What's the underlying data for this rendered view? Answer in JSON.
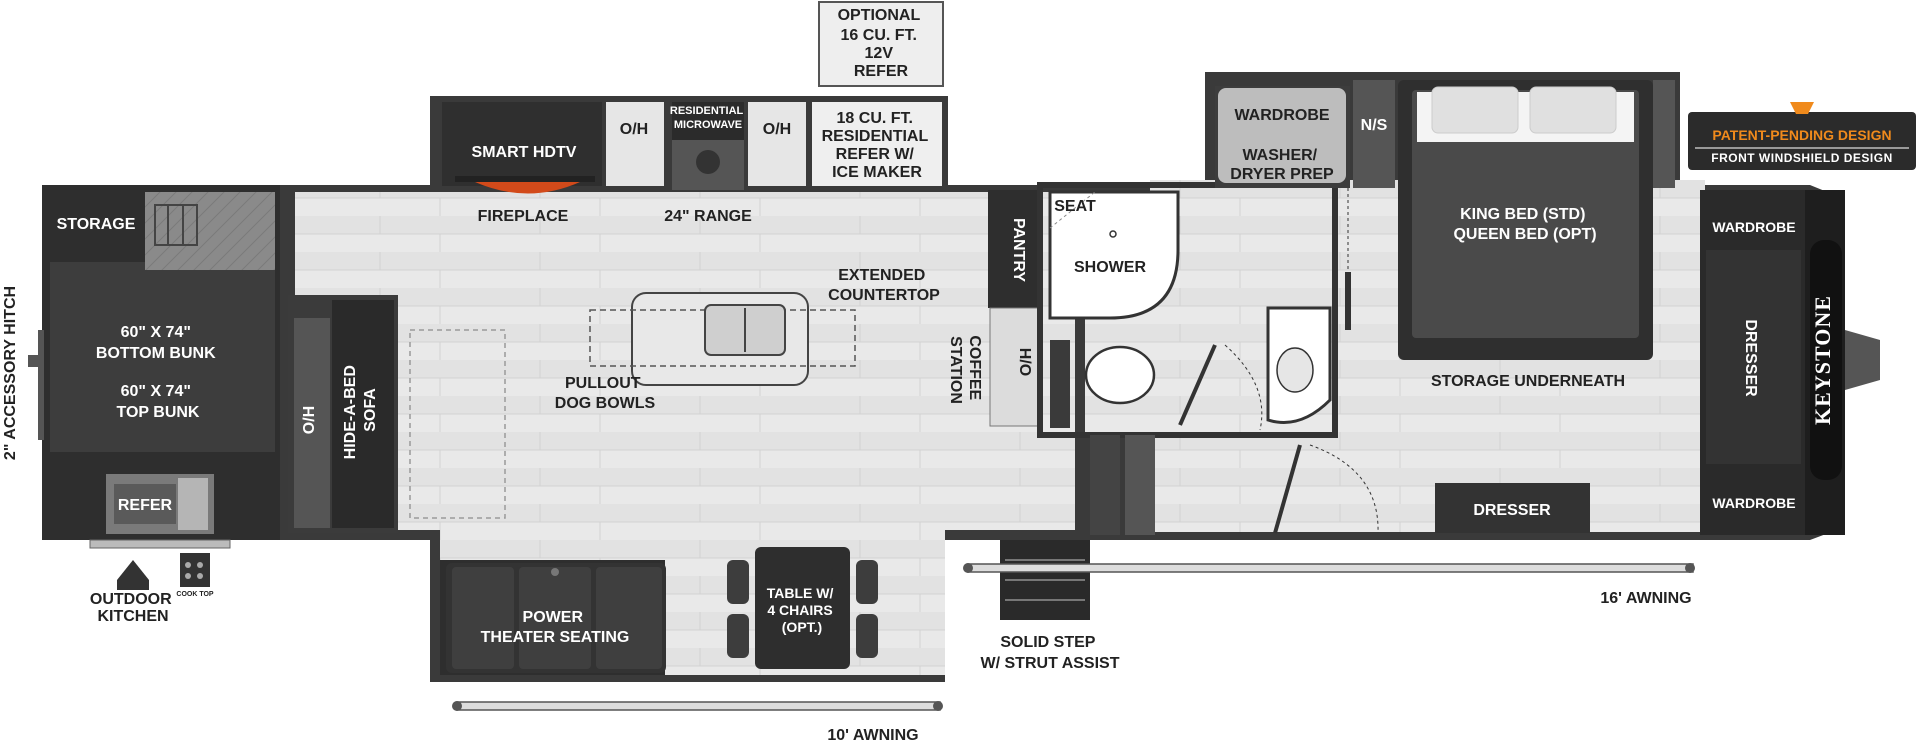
{
  "labels": {
    "optional_refer": [
      "OPTIONAL",
      "16 CU. FT.",
      "12V",
      "REFER"
    ],
    "smart_hdtv": "SMART HDTV",
    "oh": "O/H",
    "residential_microwave": [
      "RESIDENTIAL",
      "MICROWAVE"
    ],
    "refer_18": [
      "18 CU. FT.",
      "RESIDENTIAL",
      "REFER W/",
      "ICE MAKER"
    ],
    "fireplace": "FIREPLACE",
    "range": "24\" RANGE",
    "storage": "STORAGE",
    "bunk": [
      "60\" X 74\"",
      "BOTTOM BUNK",
      "60\" X 74\"",
      "TOP BUNK"
    ],
    "hitch": "2\" ACCESSORY HITCH",
    "refer": "REFER",
    "outdoor_kitchen": [
      "OUTDOOR",
      "KITCHEN"
    ],
    "cook_top": "COOK TOP",
    "hide_a_bed": [
      "HIDE-A-BED",
      "SOFA"
    ],
    "pullout": [
      "PULLOUT",
      "DOG BOWLS"
    ],
    "countertop": [
      "EXTENDED",
      "COUNTERTOP"
    ],
    "pantry": "PANTRY",
    "coffee": [
      "COFFEE",
      "STATION"
    ],
    "ho": "H/O",
    "seat": "SEAT",
    "shower": "SHOWER",
    "wardrobe": "WARDROBE",
    "washer": [
      "WASHER/",
      "DRYER PREP"
    ],
    "ns": "N/S",
    "bed": [
      "KING BED (STD)",
      "QUEEN BED (OPT)"
    ],
    "storage_underneath": "STORAGE UNDERNEATH",
    "dresser": "DRESSER",
    "awning_16": "16' AWNING",
    "awning_10": "10' AWNING",
    "theater": [
      "POWER",
      "THEATER SEATING"
    ],
    "table": [
      "TABLE W/",
      "4 CHAIRS",
      "(OPT.)"
    ],
    "step": [
      "SOLID STEP",
      "W/ STRUT ASSIST"
    ],
    "brand": "KEYSTONE",
    "patent": [
      "PATENT-PENDING DESIGN",
      "FRONT WINDSHIELD DESIGN"
    ]
  }
}
